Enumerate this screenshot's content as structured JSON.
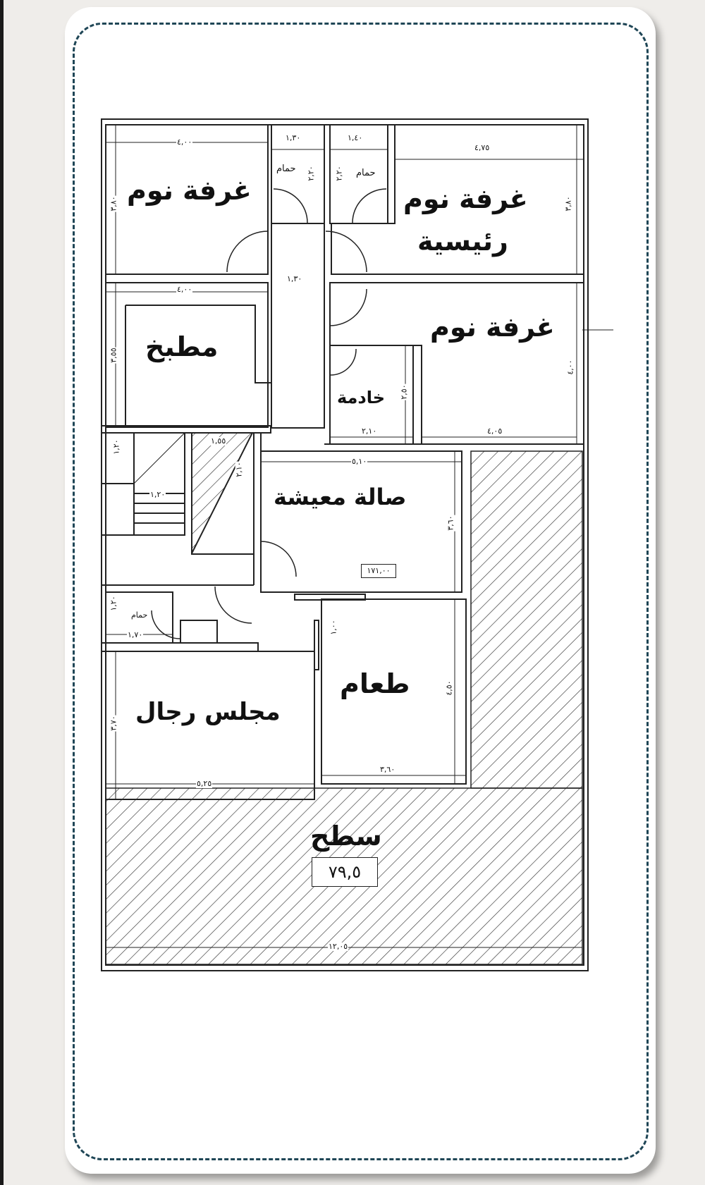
{
  "plan": {
    "rooms": [
      {
        "id": "bedroom-1",
        "label": "غرفة نوم",
        "width": "٤,٠٠",
        "length": "٣,٨٠"
      },
      {
        "id": "bathroom-1",
        "label": "حمام",
        "width": "١,٣٠",
        "length": "٢,٢٠"
      },
      {
        "id": "bathroom-2",
        "label": "حمام",
        "width": "١,٤٠",
        "length": "٢,٢٠"
      },
      {
        "id": "master-bedroom",
        "label_line1": "غرفة نوم",
        "label_line2": "رئيسية",
        "width": "٤,٧٥",
        "length": "٣,٨٠"
      },
      {
        "id": "kitchen",
        "label": "مطبخ",
        "width": "٤,٠٠",
        "length": "٣,٥٥"
      },
      {
        "id": "bedroom-2",
        "label": "غرفة نوم",
        "width": "٤,٠٥",
        "length": "٤,٠٠"
      },
      {
        "id": "maid-room",
        "label": "خادمة",
        "width": "٢,١٠",
        "length": "٢,٥٠"
      },
      {
        "id": "living-hall",
        "label": "صالة معيشة",
        "width": "٥,١٠",
        "length": "٣,٦٠"
      },
      {
        "id": "bathroom-3",
        "label": "حمام",
        "width": "١,٧٠",
        "length": "١,٢٠"
      },
      {
        "id": "dining",
        "label": "طعام",
        "width": "٣,٦٠",
        "length": "٤,٥٠"
      },
      {
        "id": "mens-majlis",
        "label": "مجلس رجال",
        "width": "٥,٢٥",
        "length": "٣,٧٠"
      },
      {
        "id": "roof",
        "label": "سطح",
        "area": "٧٩,٥",
        "width": "١٢,٠٥"
      }
    ],
    "corridor_width": "١,٣٠",
    "stairs": {
      "width": "١,٢٠",
      "landing": "١,٢٠",
      "well_width": "١,٥٥",
      "well_length": "٢,١٠"
    },
    "entrance_depth": "١,٠٠",
    "total_area": "١٧١,٠٠",
    "colors": {
      "frame_dash": "#1f4656",
      "wall": "#222222",
      "background": "#efedea",
      "card": "#ffffff"
    }
  }
}
